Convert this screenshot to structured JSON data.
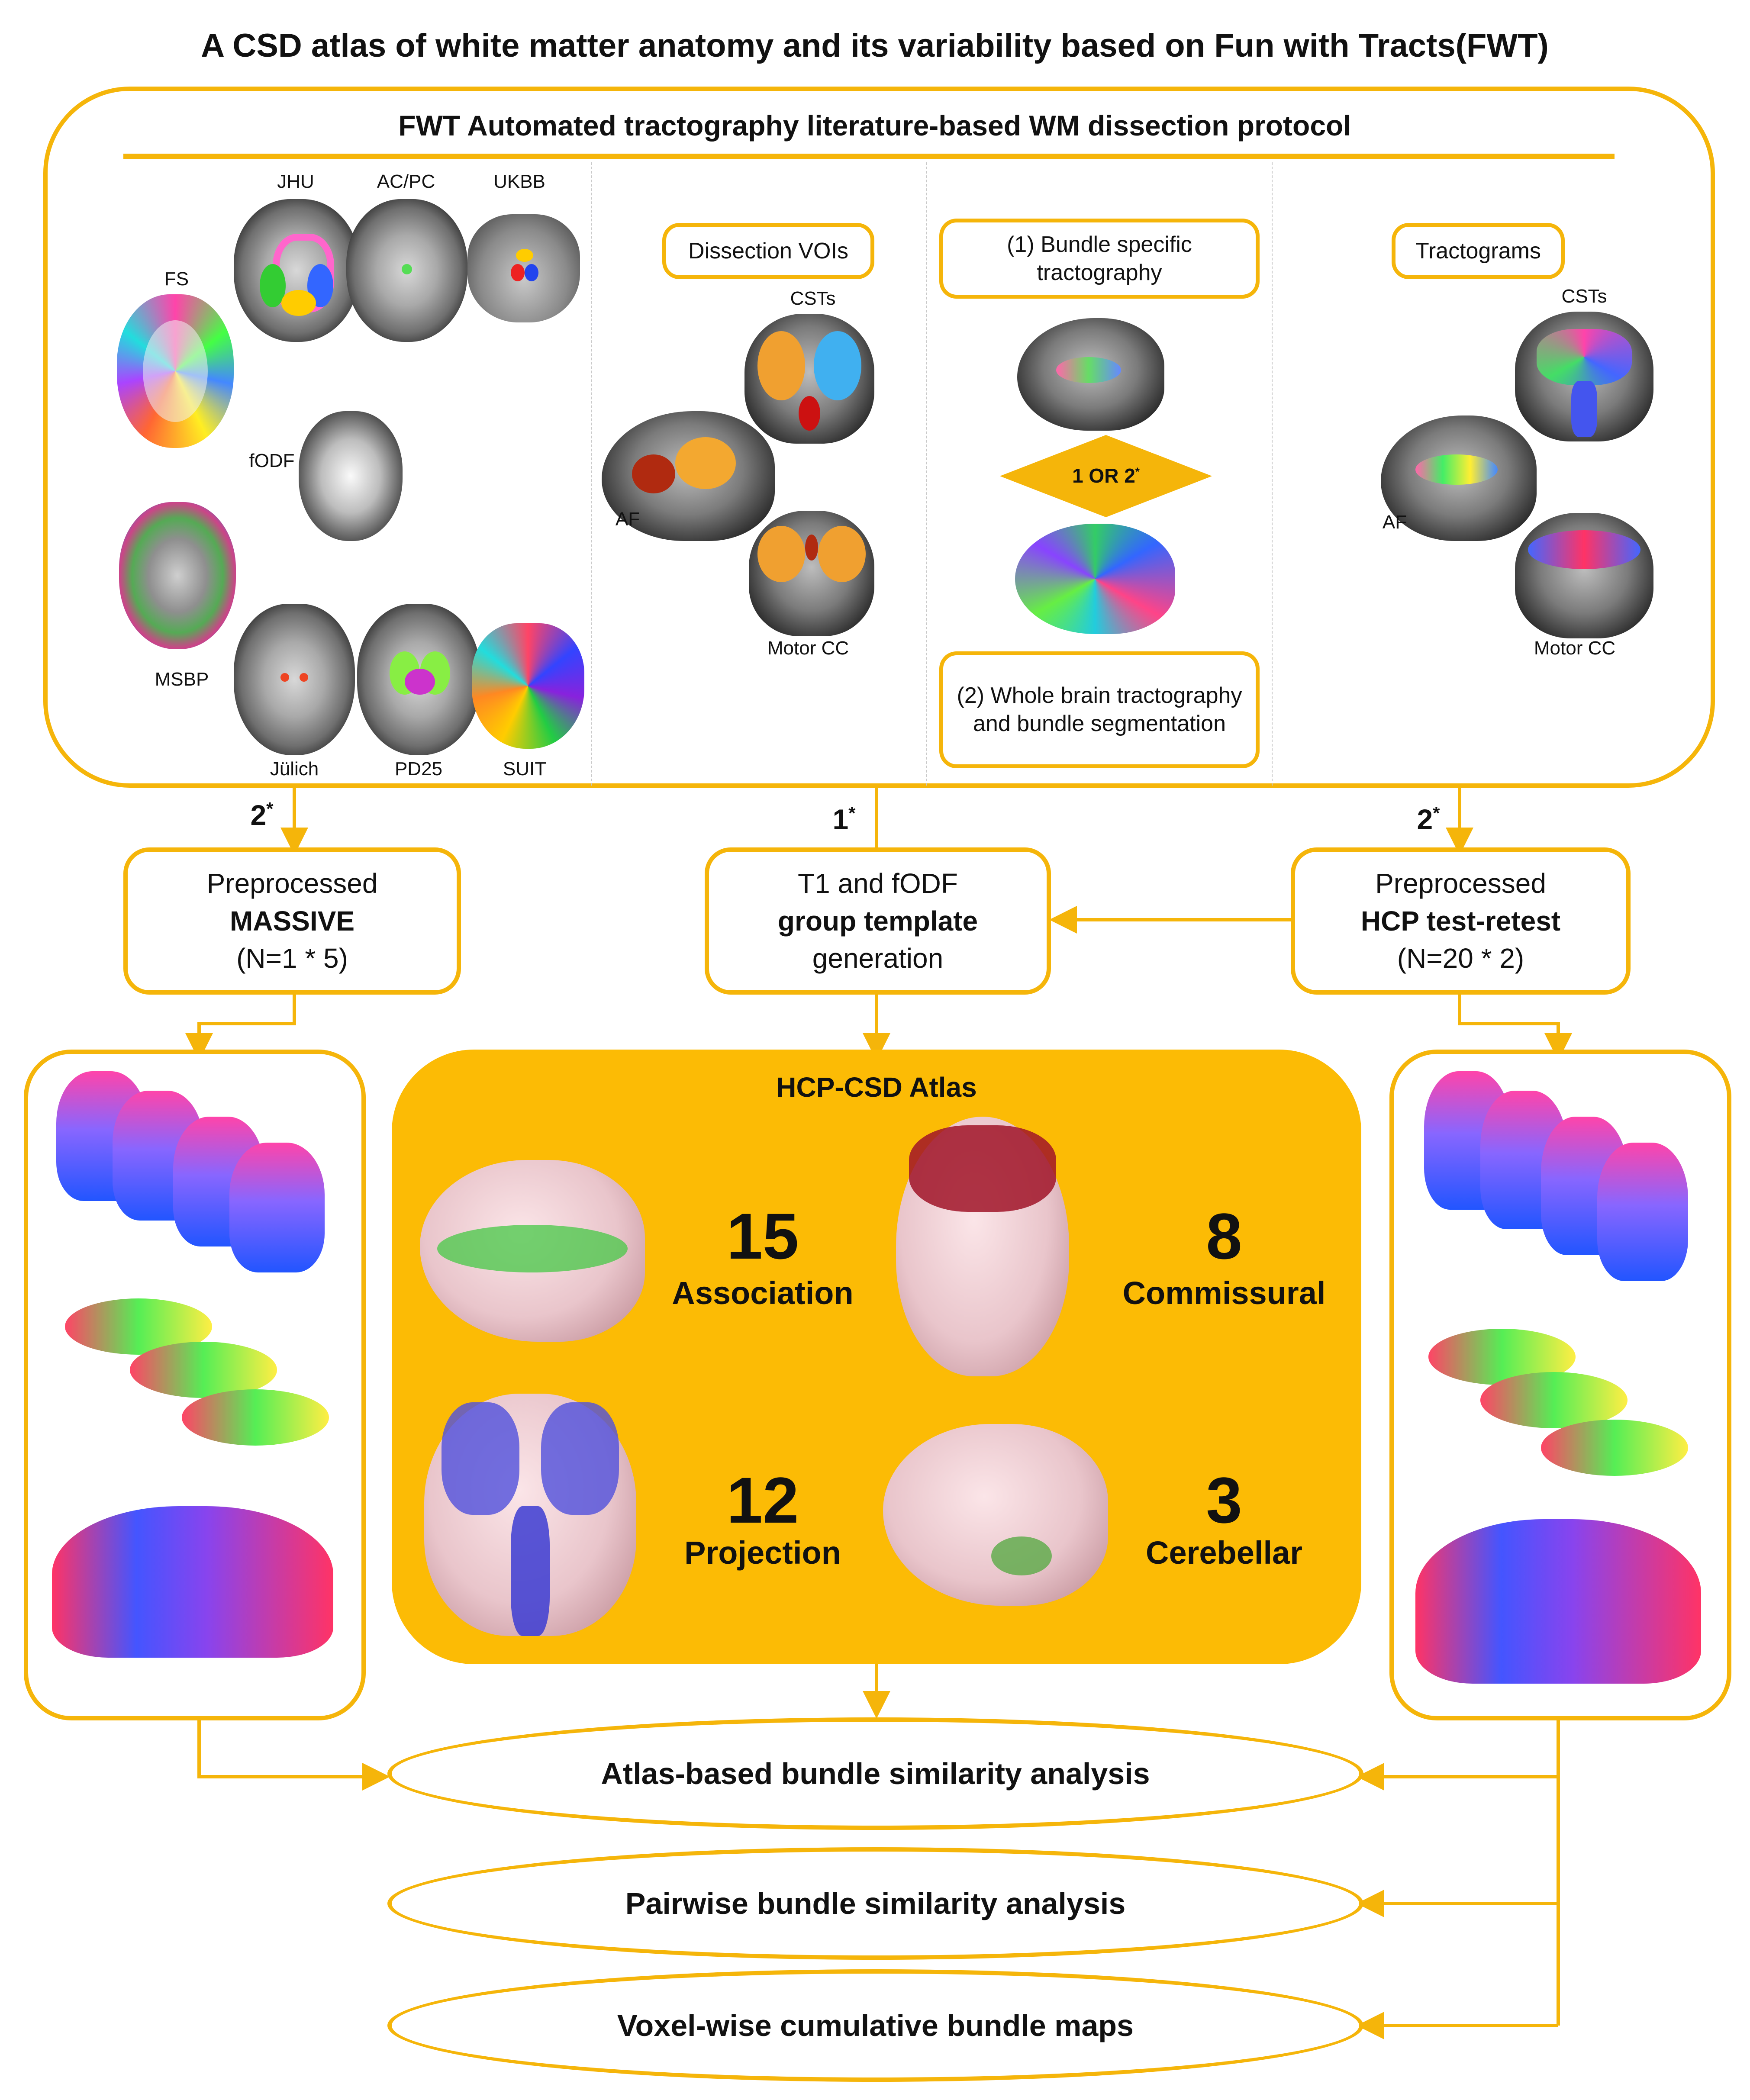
{
  "title": "A CSD atlas of white matter anatomy and its variability based on Fun with Tracts(FWT)",
  "protocol": {
    "heading": "FWT Automated tractography literature-based WM dissection protocol",
    "atlases": {
      "jhu": "JHU",
      "acpc": "AC/PC",
      "ukbb": "UKBB",
      "fs": "FS",
      "fodf": "fODF",
      "msbp": "MSBP",
      "julich": "Jülich",
      "pd25": "PD25",
      "suit": "SUIT"
    },
    "vois": {
      "label": "Dissection VOIs",
      "csts": "CSTs",
      "af": "AF",
      "motor_cc": "Motor CC"
    },
    "tractography": {
      "option1": "(1) Bundle specific tractography",
      "decision": "1 OR 2",
      "decision_mark": "*",
      "option2": "(2) Whole brain tractography and bundle segmentation"
    },
    "tractograms": {
      "label": "Tractograms",
      "csts": "CSTs",
      "af": "AF",
      "motor_cc": "Motor CC"
    }
  },
  "branches": {
    "left_num": "2",
    "center_num": "1",
    "right_num": "2",
    "mark": "*"
  },
  "datasets": {
    "massive": {
      "line1": "Preprocessed",
      "name": "MASSIVE",
      "count": "(N=1 * 5)"
    },
    "template": {
      "line1": "T1 and fODF",
      "name": "group template",
      "line3": "generation"
    },
    "hcp": {
      "line1": "Preprocessed",
      "name": "HCP test-retest",
      "count": "(N=20 * 2)"
    }
  },
  "atlas": {
    "title": "HCP-CSD Atlas",
    "categories": [
      {
        "count": "15",
        "name": "Association"
      },
      {
        "count": "8",
        "name": "Commissural"
      },
      {
        "count": "12",
        "name": "Projection"
      },
      {
        "count": "3",
        "name": "Cerebellar"
      }
    ]
  },
  "analyses": [
    "Atlas-based bundle similarity analysis",
    "Pairwise bundle similarity analysis",
    "Voxel-wise cumulative bundle maps"
  ],
  "colors": {
    "accent": "#F5B50A",
    "atlas_fill": "#FCBB05"
  }
}
